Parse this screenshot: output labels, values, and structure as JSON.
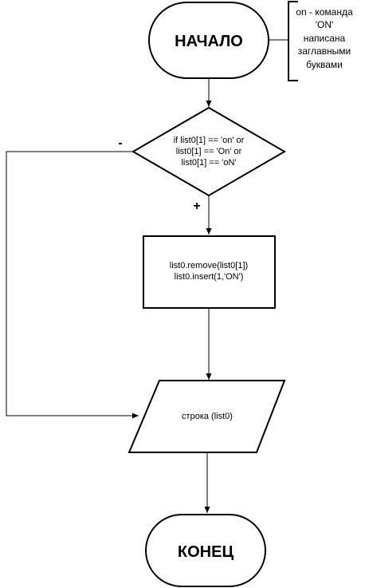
{
  "nodes": {
    "start": {
      "label": "НАЧАЛО"
    },
    "decision": {
      "lines": [
        "if list0[1] == 'on' or",
        "list0[1] == 'On' or",
        "list0[1] == 'oN'"
      ]
    },
    "process": {
      "lines": [
        "list0.remove(list0[1])",
        "list0.insert(1,'ON')"
      ]
    },
    "output": {
      "label": "строка (list0)"
    },
    "end": {
      "label": "КОНЕЦ"
    }
  },
  "annotation": {
    "lines": [
      "on - команда",
      "'ON'",
      "написана",
      "заглавными",
      "буквами"
    ]
  },
  "edge_labels": {
    "no": "-",
    "yes": "+"
  }
}
